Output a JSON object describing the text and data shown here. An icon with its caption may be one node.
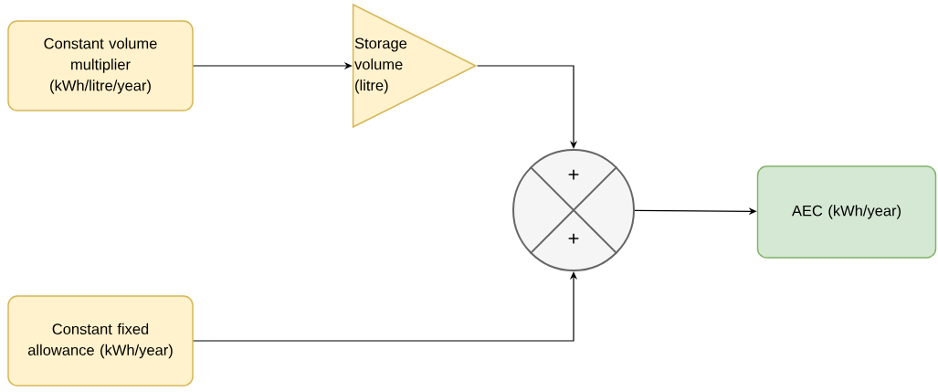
{
  "diagram": {
    "nodes": [
      {
        "text": [
          "Constant volume multiplier (kWh/litre/year)"
        ]
      },
      {
        "text": [
          "Storage volume (litre)"
        ]
      },
      {
        "text": [
          "+",
          "+"
        ]
      },
      {
        "text": [
          "AEC (kWh/year)"
        ]
      },
      {
        "text": [
          "Constant fixed allowance (kWh/year)"
        ]
      }
    ],
    "edges": [
      {
        "from": 0,
        "to": 1,
        "arrow": "to"
      },
      {
        "from": 1,
        "to": 2,
        "arrow": "to"
      },
      {
        "from": 4,
        "to": 2,
        "arrow": "to"
      },
      {
        "from": 2,
        "to": 3,
        "arrow": "to"
      }
    ]
  }
}
